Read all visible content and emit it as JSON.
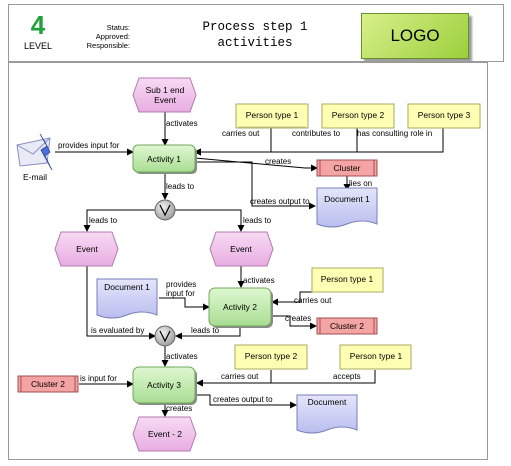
{
  "header": {
    "level_number": "4",
    "level_label": "LEVEL",
    "status_label": "Status:",
    "approved_label": "Approved:",
    "responsible_label": "Responsible:",
    "title_line1": "Process step 1",
    "title_line2": "activities",
    "logo_text": "LOGO"
  },
  "colors": {
    "event_fill": "#f2c8ee",
    "activity_fill": "#c6efb4",
    "role_fill": "#ffffb0",
    "cluster_fill": "#f7a8a8",
    "document_fill": "#d0d4f5",
    "connector_fill": "#b8b8b8"
  },
  "diagram": {
    "events": {
      "sub_end_line1": "Sub 1 end",
      "sub_end_line2": "Event",
      "event_left": "Event",
      "event_center": "Event",
      "event_end": "Event - 2"
    },
    "activities": {
      "a1": "Activity 1",
      "a2": "Activity 2",
      "a3": "Activity 3"
    },
    "roles": {
      "r1": "Person type 1",
      "r2": "Person type 2",
      "r3": "Person type 3",
      "r4": "Person type 1",
      "r5": "Person type 2",
      "r6": "Person type 1"
    },
    "clusters": {
      "c1": "Cluster",
      "c2": "Cluster 2",
      "c3": "Cluster 2"
    },
    "documents": {
      "d1": "Document 1",
      "d2": "Document 1",
      "d3": "Document"
    },
    "email": "E-mail",
    "edge_labels": {
      "activates_1": "activates",
      "provides_input_for": "provides input for",
      "carries_out_1": "carries out",
      "contributes_to": "contributes to",
      "consulting": "has consulting role in",
      "creates_1": "creates",
      "lies_on": "lies on",
      "leads_to_1": "leads to",
      "creates_output_to_1": "creates output to",
      "leads_to_2": "leads to",
      "leads_to_3": "leads to",
      "activates_2": "activates",
      "provides_line1": "provides",
      "provides_line2": "input for",
      "carries_out_2": "carries out",
      "creates_2": "creates",
      "is_evaluated_by": "is evaluated by",
      "leads_to_4": "leads to",
      "activates_3": "activates",
      "carries_out_3": "carries out",
      "accepts": "accepts",
      "is_input_for": "is input for",
      "creates_3": "creates",
      "creates_output_to_2": "creates output to"
    }
  }
}
